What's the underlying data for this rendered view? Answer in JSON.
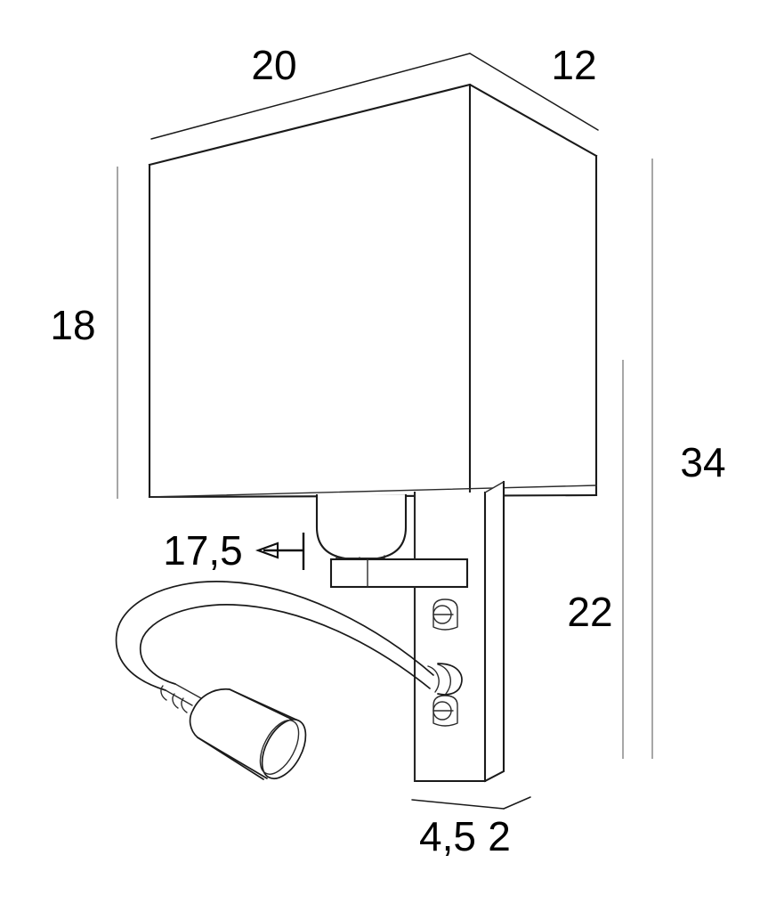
{
  "drawing": {
    "title": "Wall lamp with reading light - dimensioned technical drawing",
    "units": "cm",
    "line_color": "#1a1a1a",
    "dimension_line_color": "#8a8a8a",
    "background_color": "#ffffff"
  },
  "dimensions": {
    "shade_width": "20",
    "shade_depth": "12",
    "shade_height": "18",
    "total_height": "34",
    "backplate_height": "22",
    "reading_arm_reach": "17,5",
    "backplate_width": "4,5",
    "backplate_depth": "2"
  },
  "labels": {
    "top_width": "20",
    "top_depth": "12",
    "left_height": "18",
    "arm_reach": "17,5",
    "right_total": "34",
    "right_lower": "22",
    "bottom_width": "4,5",
    "bottom_depth": "2"
  },
  "parts": {
    "shade": "rectangular-lamp-shade",
    "socket": "bulb-socket-housing",
    "bracket": "socket-mounting-bracket",
    "backplate": "wall-mounting-backplate",
    "gooseneck": "flexible-reading-arm",
    "led_head": "led-reading-lamp-head",
    "screw_upper": "upper-fixing-screw",
    "screw_lower": "lower-fixing-screw",
    "arm_connector": "gooseneck-base-connector"
  }
}
